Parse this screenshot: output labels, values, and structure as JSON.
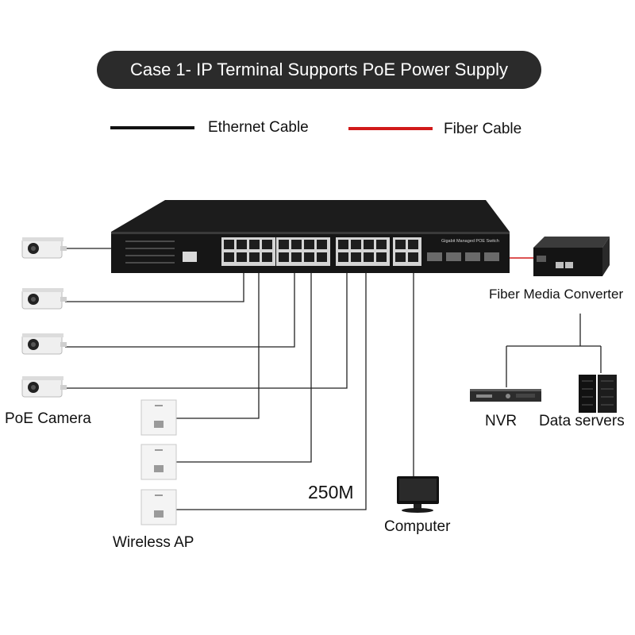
{
  "title": "Case 1- IP Terminal Supports PoE Power Supply",
  "legend": [
    {
      "label": "Ethernet Cable",
      "color": "#111111"
    },
    {
      "label": "Fiber Cable",
      "color": "#d11a1a"
    }
  ],
  "switch_label": "Gigabit Managed POE Switch",
  "devices": {
    "poe_camera": "PoE Camera",
    "wireless_ap": "Wireless AP",
    "computer": "Computer",
    "fiber_converter": "Fiber Media Converter",
    "nvr": "NVR",
    "data_servers": "Data servers"
  },
  "bandwidth_note": "250M"
}
